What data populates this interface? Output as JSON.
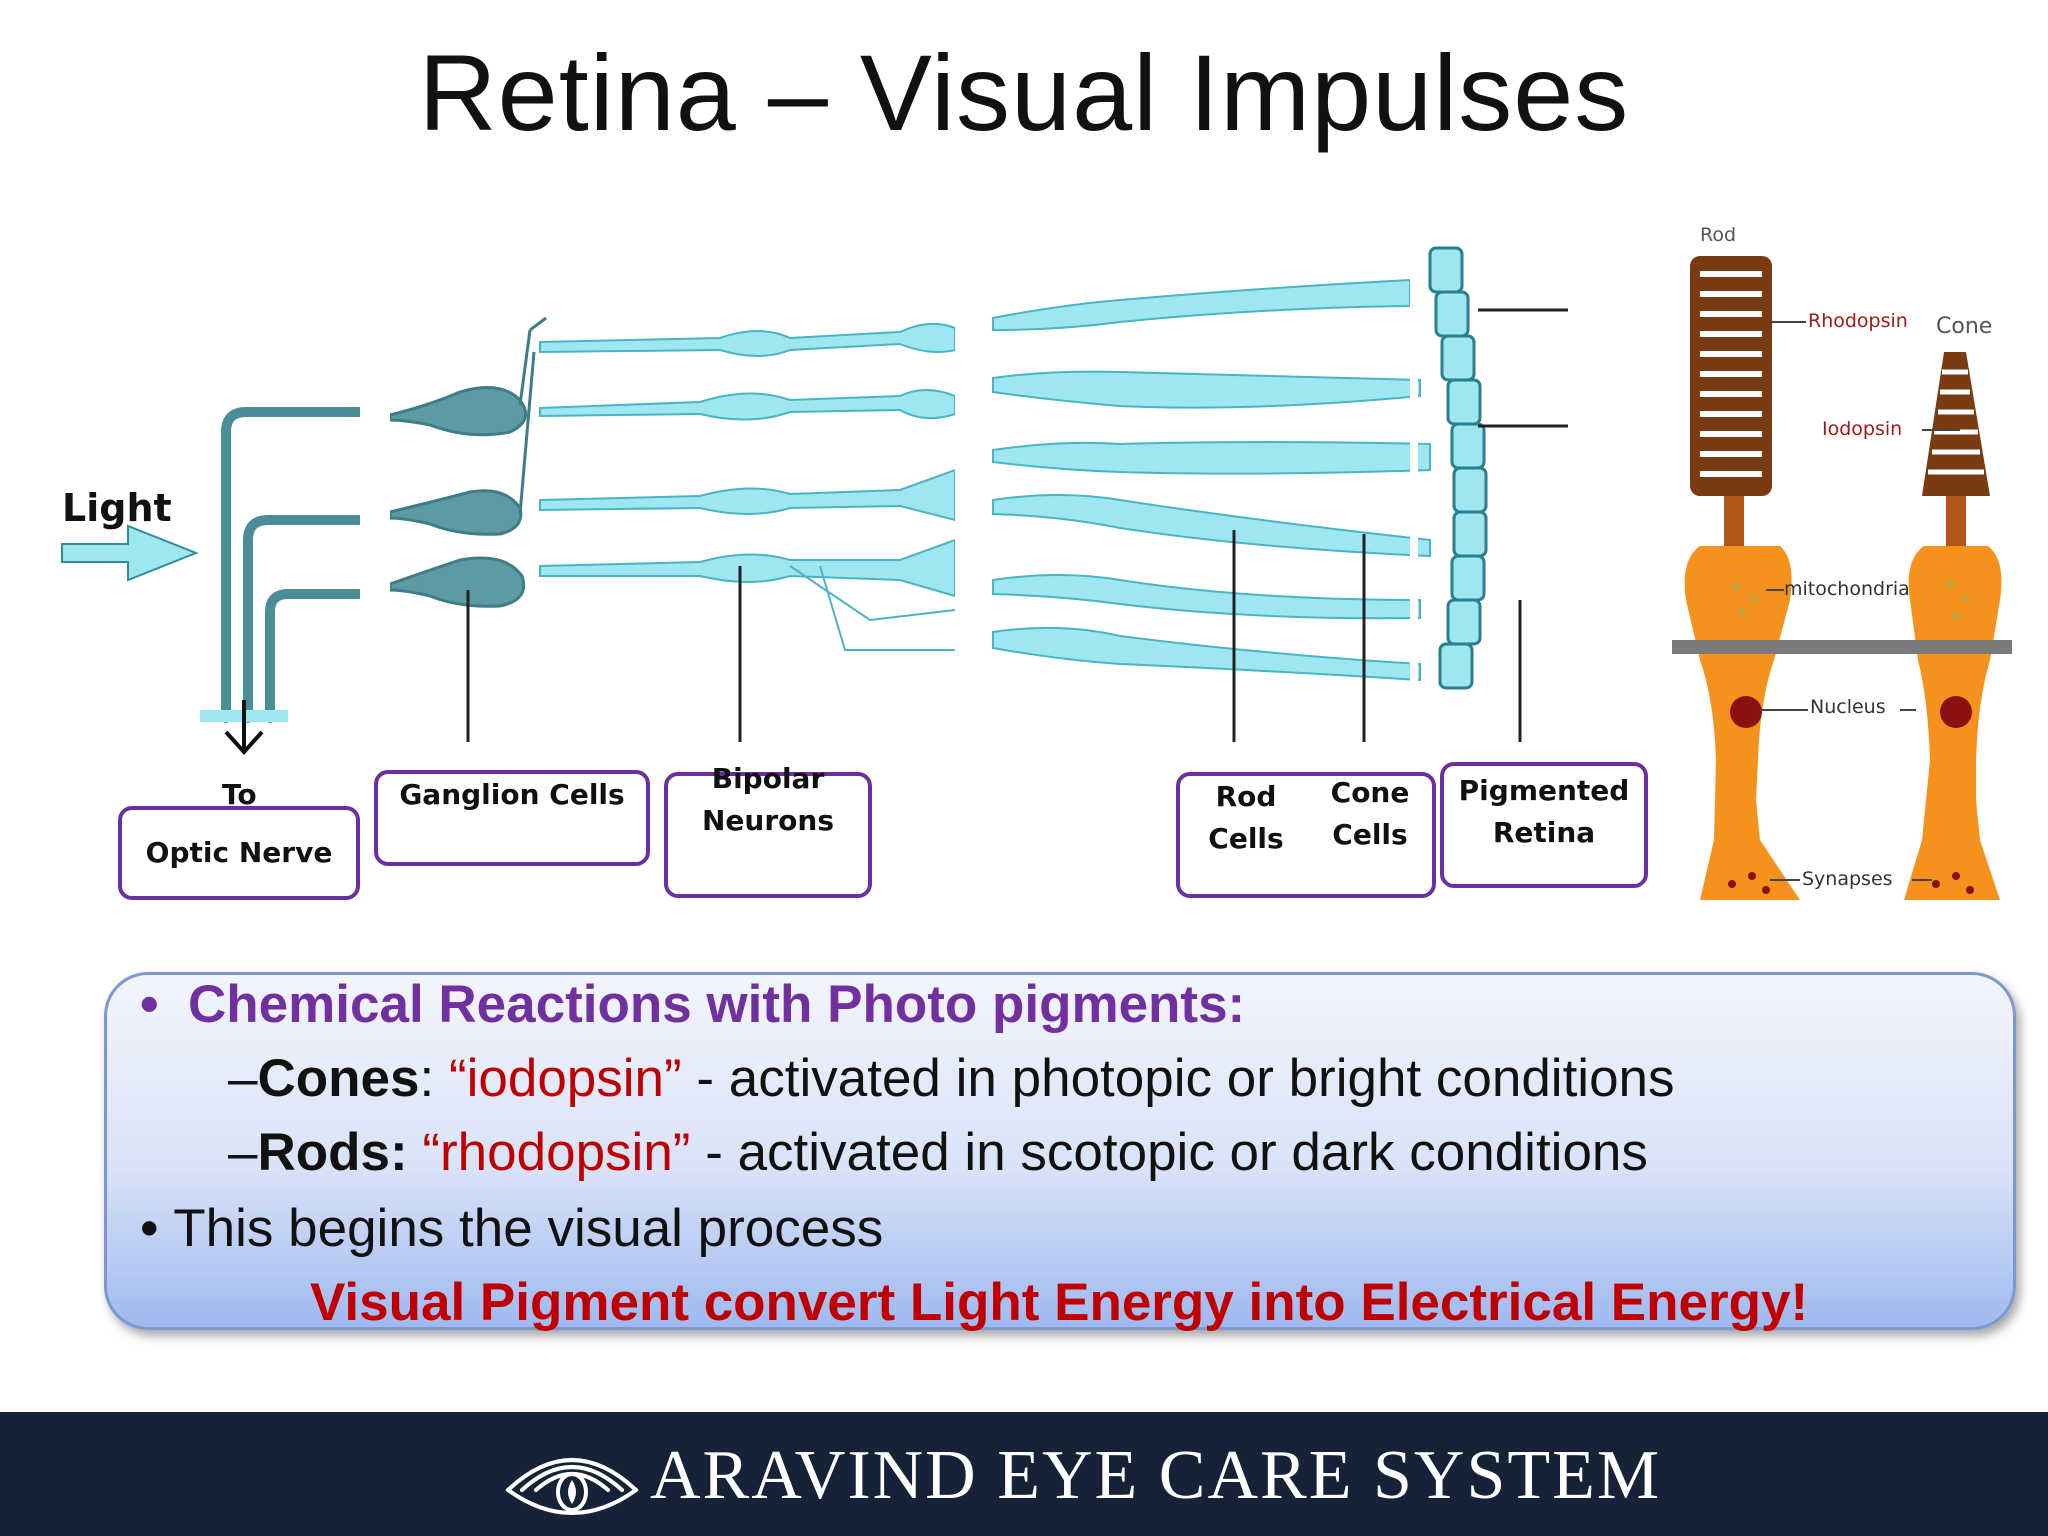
{
  "slide": {
    "title": "Retina – Visual Impulses"
  },
  "diagram": {
    "light_label": "Light",
    "labels": {
      "to": "To",
      "optic_nerve": "Optic Nerve",
      "ganglion": "Ganglion Cells",
      "bipolar_line1": "Bipolar",
      "bipolar_line2": "Neurons",
      "rod_line1": "Rod",
      "rod_line2": "Cells",
      "cone_line1": "Cone",
      "cone_line2": "Cells",
      "pigmented_line1": "Pigmented",
      "pigmented_line2": "Retina"
    }
  },
  "rod_cone_figure": {
    "rod": "Rod",
    "cone": "Cone",
    "rhodopsin": "Rhodopsin",
    "iodopsin": "Iodopsin",
    "mitochondria": "mitochondria",
    "nucleus": "Nucleus",
    "synapses": "Synapses"
  },
  "info": {
    "bullet1": "Chemical Reactions with Photo pigments:",
    "cones": {
      "dash": "–",
      "label": "Cones",
      "colon": ":",
      "pigment": "“iodopsin”",
      "text": "- activated in photopic or bright conditions"
    },
    "rods": {
      "dash": "–",
      "label": "Rods:",
      "pigment": "“rhodopsin”",
      "text": "- activated in scotopic or dark conditions"
    },
    "bullet2": "This begins the visual process",
    "highlight": "Visual Pigment convert Light Energy into Electrical Energy!"
  },
  "footer": {
    "brand": "ARAVIND EYE CARE SYSTEM"
  },
  "colors": {
    "accent_purple": "#7030a0",
    "accent_red": "#c00000",
    "cell_fill": "#9ee6f0",
    "footer_bg": "#162238"
  }
}
